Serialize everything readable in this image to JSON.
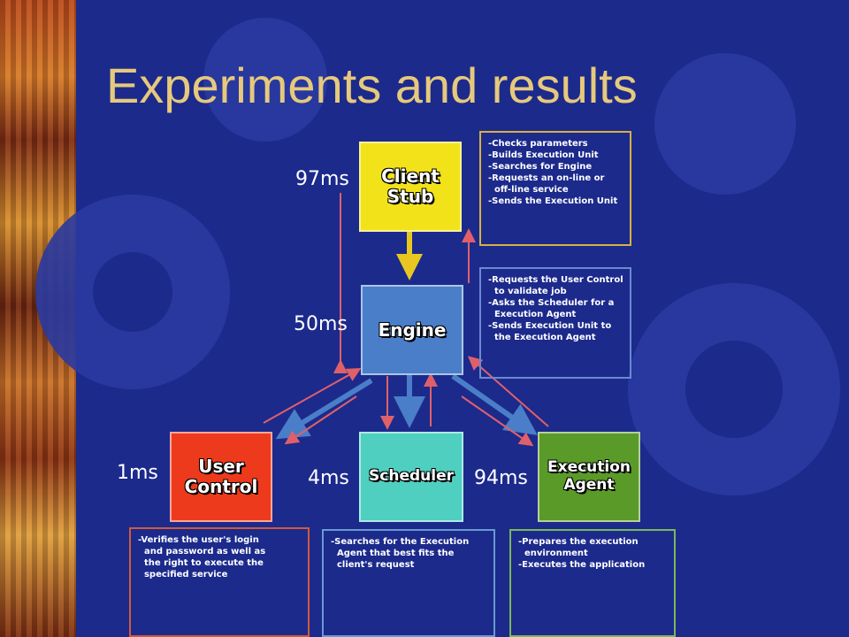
{
  "title": "Experiments and results",
  "nodes": {
    "client_stub": {
      "line1": "Client",
      "line2": "Stub",
      "timing": "97ms",
      "color": "#f2e21a"
    },
    "engine": {
      "line1": "Engine",
      "timing": "50ms",
      "color": "#4a7ec8"
    },
    "user_control": {
      "line1": "User",
      "line2": "Control",
      "timing": "1ms",
      "color": "#ee3a1c"
    },
    "scheduler": {
      "line1": "Scheduler",
      "timing": "4ms",
      "color": "#4ecfc0"
    },
    "execution_agent": {
      "line1": "Execution",
      "line2": "Agent",
      "timing": "94ms",
      "color": "#5a9a28"
    }
  },
  "descriptions": {
    "client_stub": [
      "-Checks parameters",
      "-Builds Execution Unit",
      "-Searches for Engine",
      "-Requests an on-line or",
      "  off-line service",
      "-Sends the Execution Unit"
    ],
    "engine": [
      "-Requests the User Control",
      "  to validate job",
      "-Asks the Scheduler for a",
      "  Execution Agent",
      "-Sends Execution Unit to",
      "  the Execution Agent"
    ],
    "user_control": [
      "-Verifies the user's login",
      "  and password as well as",
      "  the right to execute the",
      "  specified service"
    ],
    "scheduler": [
      "-Searches for the Execution",
      "  Agent that best fits the",
      "  client's request"
    ],
    "execution_agent": [
      "-Prepares the execution",
      "  environment",
      "-Executes the application"
    ]
  },
  "colors": {
    "background": "#1c2a8c",
    "title": "#e6c97c",
    "arrow_red": "#e0606a",
    "arrow_blue": "#4a7ec8",
    "arrow_yellow": "#e8c820"
  }
}
